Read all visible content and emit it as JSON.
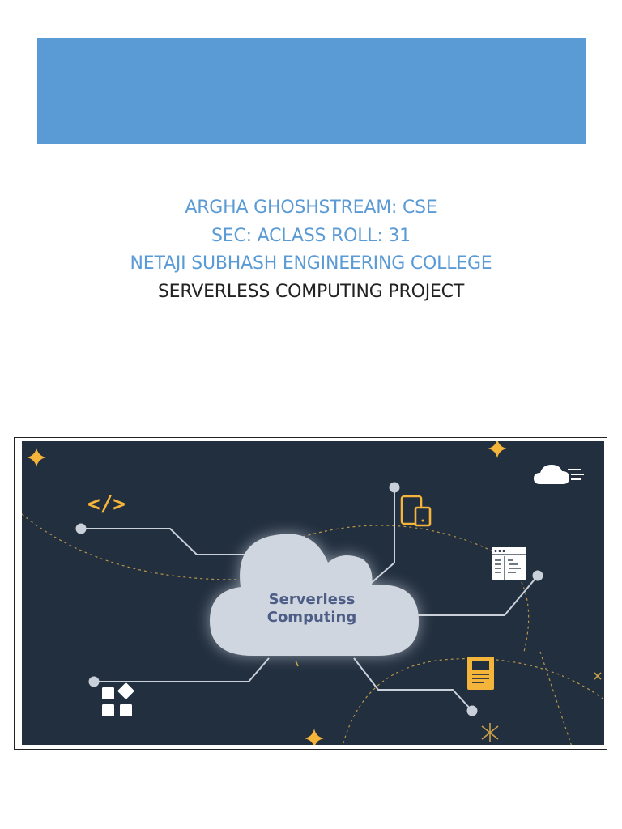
{
  "cover": {
    "name_stream": "ARGHA GHOSHSTREAM: CSE",
    "section_roll": "SEC: ACLASS ROLL: 31",
    "college": "NETAJI SUBHASH ENGINEERING COLLEGE",
    "project_title": "SERVERLESS COMPUTING PROJECT"
  },
  "figure": {
    "cloud_label_line1": "Serverless",
    "cloud_label_line2": "Computing",
    "code_icon_glyph": "</>"
  },
  "colors": {
    "banner": "#5b9bd5",
    "figure_bg": "#222f3f",
    "accent": "#f5b43a",
    "cloud": "#cfd6df"
  },
  "icons": [
    "code-icon",
    "devices-icon",
    "browser-window-icon",
    "document-icon",
    "blocks-icon",
    "fast-cloud-icon",
    "sparkle-icon"
  ]
}
